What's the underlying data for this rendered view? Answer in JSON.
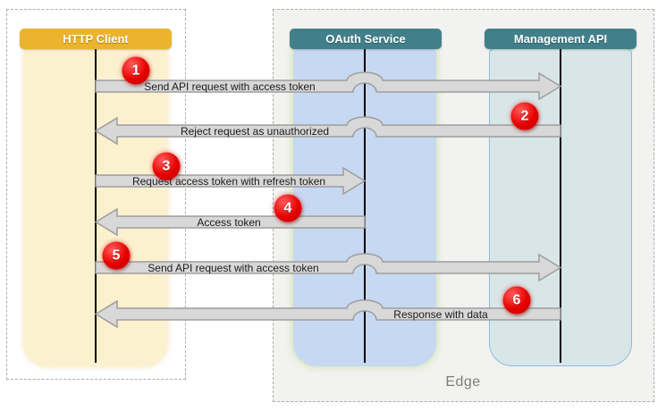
{
  "actors": [
    {
      "id": "http-client",
      "label": "HTTP Client"
    },
    {
      "id": "oauth-service",
      "label": "OAuth Service"
    },
    {
      "id": "management-api",
      "label": "Management API"
    }
  ],
  "groups": [
    {
      "id": "client-zone",
      "label": ""
    },
    {
      "id": "edge-zone",
      "label": "Edge"
    }
  ],
  "messages": [
    {
      "number": "1",
      "label": "Send API request with access token",
      "from": "http-client",
      "to": "management-api",
      "direction": "right"
    },
    {
      "number": "2",
      "label": "Reject request as unauthorized",
      "from": "management-api",
      "to": "http-client",
      "direction": "left"
    },
    {
      "number": "3",
      "label": "Request access token with refresh token",
      "from": "http-client",
      "to": "oauth-service",
      "direction": "right"
    },
    {
      "number": "4",
      "label": "Access token",
      "from": "oauth-service",
      "to": "http-client",
      "direction": "left"
    },
    {
      "number": "5",
      "label": "Send API request with access token",
      "from": "http-client",
      "to": "management-api",
      "direction": "right"
    },
    {
      "number": "6",
      "label": "Response with data",
      "from": "management-api",
      "to": "http-client",
      "direction": "left"
    }
  ],
  "colors": {
    "header_gold": "#ECB32D",
    "header_teal": "#41808B",
    "body_yellow": "#FCF1CF",
    "body_blue": "#C7D8F3",
    "body_teal": "#D9E6E8",
    "zone_bg": "#F2F2F0",
    "dashed_border": "#ADADAD",
    "arrow_fill": "#D8D8D8",
    "arrow_border": "#9E9E9E",
    "badge_red": "#E60000"
  }
}
